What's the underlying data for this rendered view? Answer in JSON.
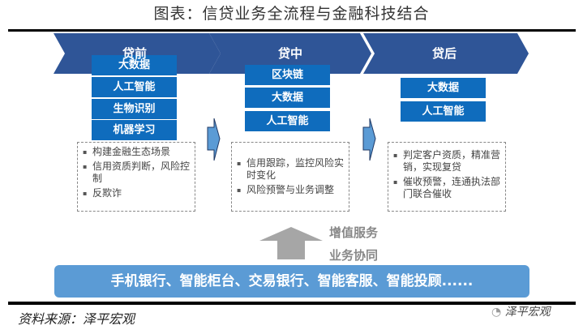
{
  "title": "图表：信贷业务全流程与金融科技结合",
  "stages": [
    {
      "label": "贷前",
      "tech": [
        "大数据",
        "人工智能",
        "生物识别",
        "机器学习"
      ],
      "points": [
        "构建金融生态场景",
        "信用资质判断，风险控制",
        "反欺诈"
      ]
    },
    {
      "label": "贷中",
      "tech": [
        "区块链",
        "大数据",
        "人工智能"
      ],
      "points": [
        "信用跟踪，监控风险实时变化",
        "风险预警与业务调整"
      ]
    },
    {
      "label": "贷后",
      "tech": [
        "大数据",
        "人工智能"
      ],
      "points": [
        "判定客户资质，精准营销，实现复贷",
        "催收预警，连通执法部门联合催收"
      ]
    }
  ],
  "arrow_labels": [
    "增值服务",
    "业务协同"
  ],
  "bottom_bar": "手机银行、智能柜台、交易银行、智能客服、智能投顾......",
  "source": "资料来源：泽平宏观",
  "watermark": "泽平宏观",
  "colors": {
    "chevron": "#2f5597",
    "tag": "#0f6cbd",
    "bar": "#5b9bd5",
    "arrow": "#a6a6a6"
  }
}
